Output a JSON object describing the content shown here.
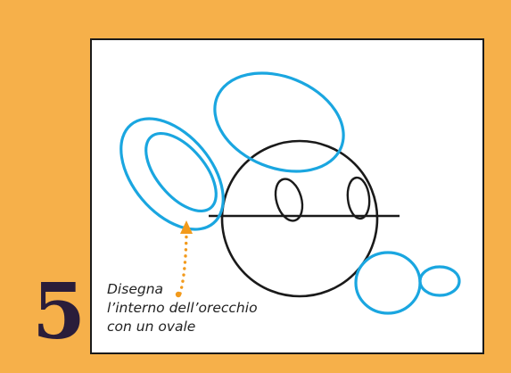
{
  "step": {
    "number": "5"
  },
  "caption": {
    "line1": "Disegna",
    "line2": "l’interno dell’orecchio",
    "line3": "con un ovale"
  },
  "colors": {
    "background": "#f6b04a",
    "stroke_new": "#1aa6e0",
    "stroke_base": "#1a1a1a",
    "arrow": "#f29a1c"
  },
  "icons": {
    "arrow": "dotted-arrow-up"
  }
}
